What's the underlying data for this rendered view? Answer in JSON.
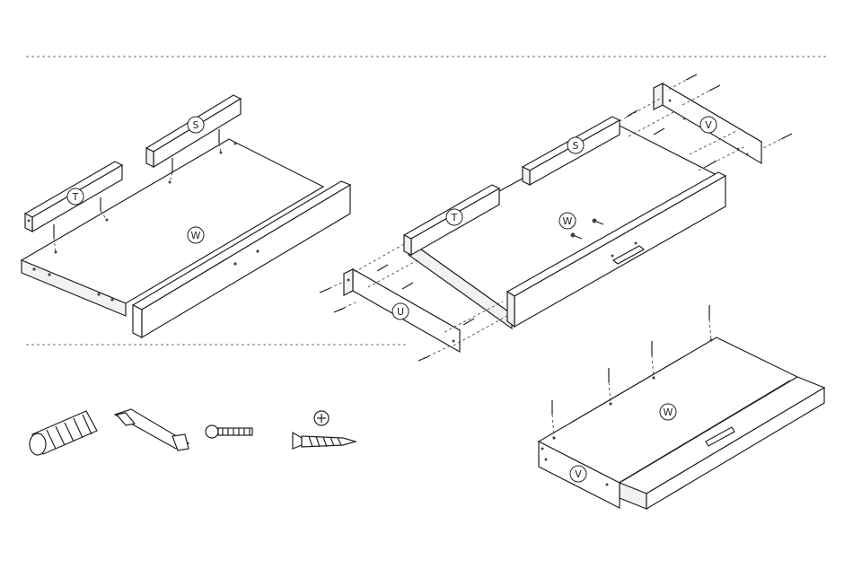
{
  "labels": {
    "step1_side_left": "T",
    "step1_side_back": "S",
    "step1_bottom": "W",
    "step2_side_left": "T",
    "step2_side_back": "S",
    "step2_bottom": "W",
    "step2_panel_front": "U",
    "step2_panel_right": "V",
    "step3_bottom": "W",
    "step3_panel": "V"
  },
  "parts": {
    "dowel": "dowel-icon",
    "handle": "handle-icon",
    "machine_screw": "machine-screw-icon",
    "wood_screw": "wood-screw-icon",
    "driver": "phillips-driver-icon"
  },
  "colors": {
    "line": "#222222",
    "panel": "#ffffff",
    "edge": "#f2f2f2"
  }
}
